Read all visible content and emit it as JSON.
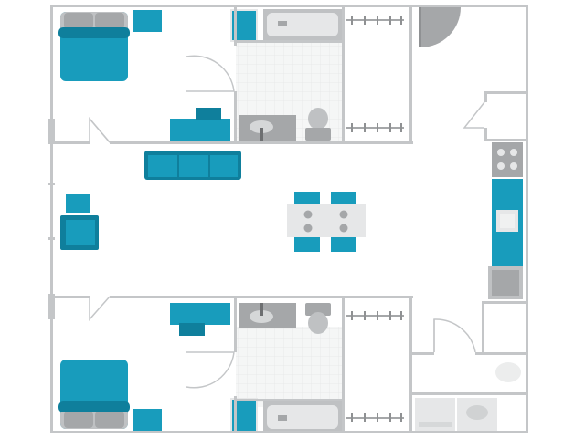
{
  "plan": {
    "type": "two-bedroom apartment floor plan",
    "bedrooms": 2,
    "bathrooms": 2,
    "colors": {
      "walls": "#c4c6c8",
      "furniture_accent": "#189cbc",
      "furniture_accent_dark": "#0f7f9c",
      "fixtures": "#a5a7a9",
      "floor": "#ffffff",
      "tile": "#f3f4f4"
    },
    "rooms": [
      "bedroom-top",
      "bathroom-top",
      "closet-top",
      "living-room",
      "kitchen",
      "bedroom-bottom",
      "bathroom-bottom",
      "closet-bottom",
      "laundry"
    ]
  }
}
